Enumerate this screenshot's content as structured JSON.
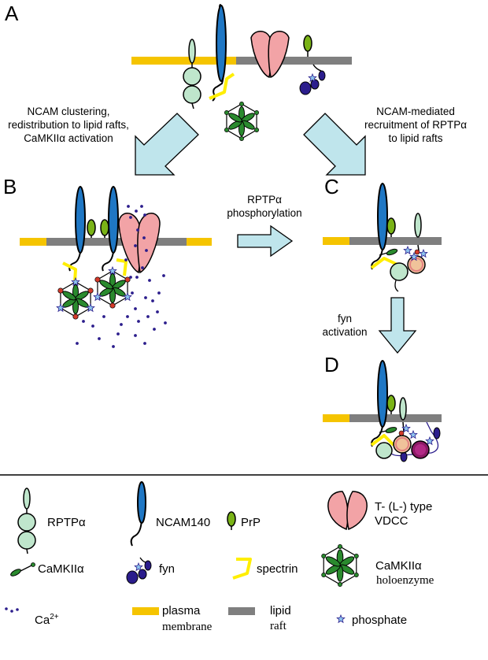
{
  "panels": {
    "a": "A",
    "b": "B",
    "c": "C",
    "d": "D"
  },
  "captions": {
    "a_to_b": [
      "NCAM clustering,",
      "redistribution to lipid rafts,",
      "CaMKIIα activation"
    ],
    "a_to_c": [
      "NCAM-mediated",
      "recruitment of RPTPα",
      "to lipid rafts"
    ],
    "b_to_c": [
      "RPTPα",
      "phosphorylation"
    ],
    "c_to_d": [
      "fyn",
      "activation"
    ]
  },
  "legend": {
    "rptpa": "RPTPα",
    "ncam140": "NCAM140",
    "prp": "PrP",
    "vdcc": [
      "T- (L-) type",
      "VDCC"
    ],
    "camkii": "CaMKIIα",
    "fyn": "fyn",
    "spectrin": "spectrin",
    "holoenzyme": [
      "CaMKIIα",
      "holoenzyme"
    ],
    "ca_label": "Ca",
    "ca_sup": "2+",
    "plasma": [
      "plasma",
      "membrane"
    ],
    "raft": [
      "lipid",
      "raft"
    ],
    "phosphate": "phosphate"
  },
  "colors": {
    "plasma_membrane": "#f5c400",
    "lipid_raft": "#7f7f7f",
    "ncam": "#1f77c4",
    "rptp": "#bfe6cc",
    "prp": "#7ab317",
    "vdcc": "#f2a3a6",
    "camkii": "#2a8a2e",
    "fyn": "#2b1d8c",
    "spectrin": "#ffee00",
    "arrow": "#bfe5ec",
    "phosphate": "#8ec5ee",
    "calcium": "#2b1d8c",
    "red_dot": "#d43a2a"
  },
  "icons": [
    "rptpa-icon",
    "ncam140-icon",
    "prp-icon",
    "vdcc-icon",
    "camkii-icon",
    "fyn-icon",
    "spectrin-icon",
    "holoenzyme-icon",
    "calcium-icon",
    "plasma-membrane-icon",
    "lipid-raft-icon",
    "phosphate-icon"
  ]
}
